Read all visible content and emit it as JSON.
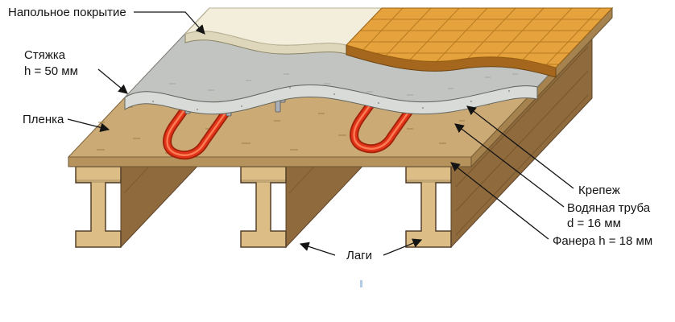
{
  "diagram": {
    "labels": {
      "floor_covering": "Напольное покрытие",
      "screed_line1": "Стяжка",
      "screed_line2": "h = 50 мм",
      "film": "Пленка",
      "fastener": "Крепеж",
      "pipe_line1": "Водяная труба",
      "pipe_line2": "d = 16 мм",
      "plywood": "Фанера h = 18 мм",
      "joists": "Лаги"
    },
    "colors": {
      "pipe_red": "#e03318",
      "screed_gray": "#c1c4c1",
      "screed_face_gray": "#d9dbd8",
      "plywood_tan": "#cbaa76",
      "joist_brown": "#8f6a3c",
      "joist_face": "#dcbd85",
      "parquet_orange": "#e6a23c",
      "covering_cream": "#f3eedb"
    }
  }
}
